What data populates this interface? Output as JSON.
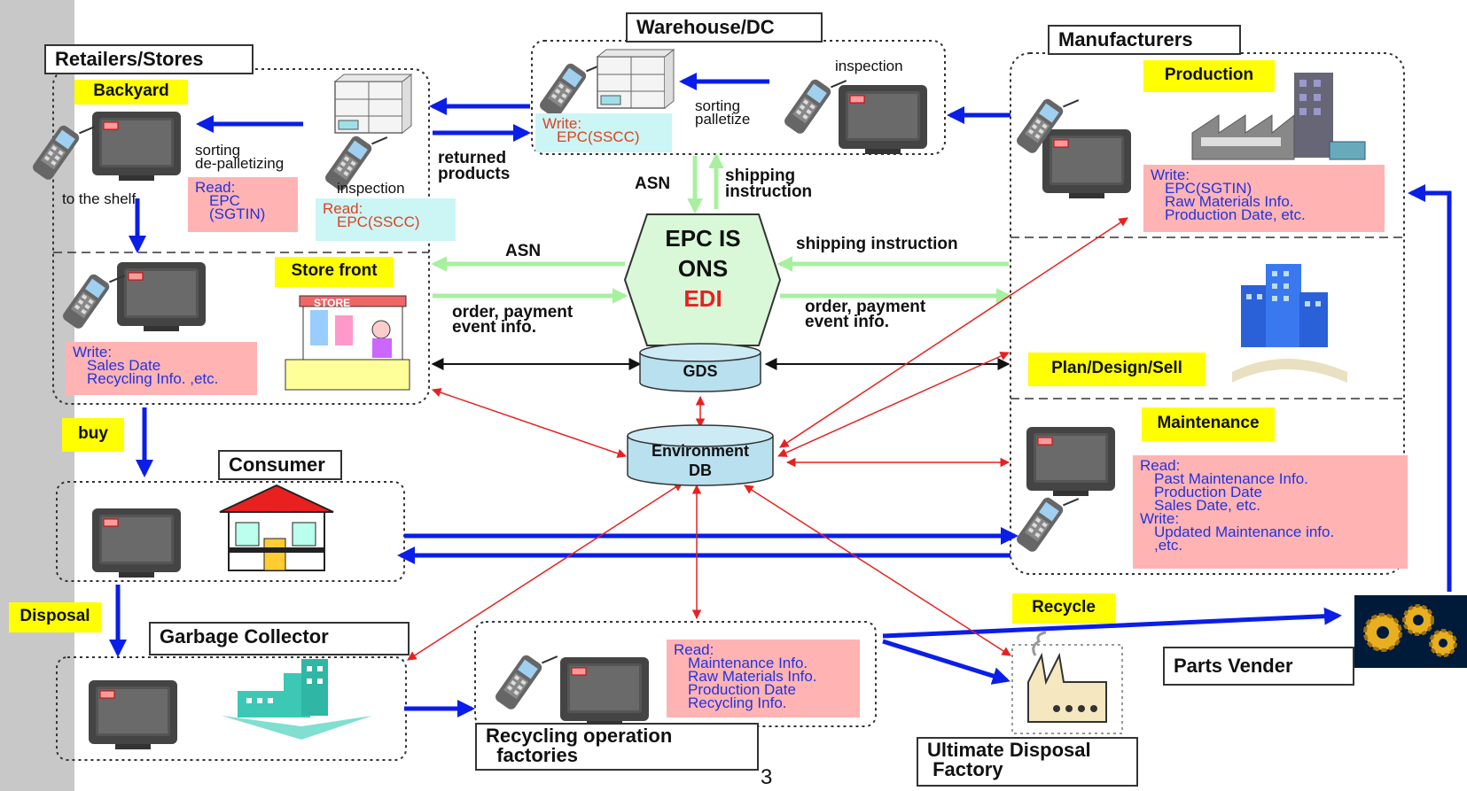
{
  "headers": {
    "retailers": "Retailers/Stores",
    "warehouse": "Warehouse/DC",
    "manufacturers": "Manufacturers",
    "consumer": "Consumer",
    "garbage": "Garbage Collector",
    "recycling": "Recycling operation\n  factories",
    "ultimate": "Ultimate Disposal\n Factory",
    "parts": "Parts Vender"
  },
  "labels": {
    "backyard": "Backyard",
    "store_front": "Store front",
    "production": "Production",
    "plan": "Plan/Design/Sell",
    "maintenance": "Maintenance",
    "buy": "buy",
    "disposal": "Disposal",
    "recycle": "Recycle"
  },
  "center": {
    "line1": "EPC IS",
    "line2": "ONS",
    "line3": "EDI",
    "gds": "GDS",
    "env": "Environment\nDB"
  },
  "flows": {
    "returned": "returned\nproducts",
    "asn_top": "ASN",
    "shipping_top": "shipping\ninstruction",
    "asn_left": "ASN",
    "shipping_right": "shipping instruction",
    "order_left": "order, payment\nevent info.",
    "order_right": "order, payment\nevent info."
  },
  "retailer": {
    "sorting": "sorting\nde-palletizing",
    "to_shelf": "to the shelf",
    "inspection": "inspection",
    "read_epc_label": "Read:",
    "read_epc_lines": [
      "EPC",
      "(SGTIN)"
    ],
    "read_sscc_label": "Read:",
    "read_sscc_line": "EPC(SSCC)",
    "write_label": "Write:",
    "write_lines": [
      "Sales Date",
      "Recycling Info. ,etc."
    ],
    "store_sign": "STORE"
  },
  "warehouse": {
    "write_label": "Write:",
    "write_line": "EPC(SSCC)",
    "sorting": "sorting\npalletize",
    "inspection": "inspection"
  },
  "manufacturer": {
    "write_label": "Write:",
    "write_lines": [
      "EPC(SGTIN)",
      "Raw Materials Info.",
      "Production Date, etc."
    ],
    "read_label": "Read:",
    "read_lines": [
      "Past Maintenance Info.",
      "Production Date",
      "Sales Date, etc."
    ],
    "write2_label": "Write:",
    "write2_lines": [
      "Updated Maintenance info.",
      ",etc."
    ]
  },
  "recycling_box": {
    "read_label": "Read:",
    "read_lines": [
      "Maintenance Info.",
      "Raw Materials Info.",
      "Production Date",
      "Recycling Info."
    ]
  },
  "page_number": "3",
  "colors": {
    "blue_arrow": "#0a1ee8",
    "green_arrow": "#a8f0a0",
    "red_arrow": "#e82020",
    "yellow": "#ffff00",
    "pink": "#ffb3b3",
    "cyan": "#ccf5f5",
    "hex_fill": "#d8f8d8",
    "db_fill": "#b8e0ee"
  }
}
